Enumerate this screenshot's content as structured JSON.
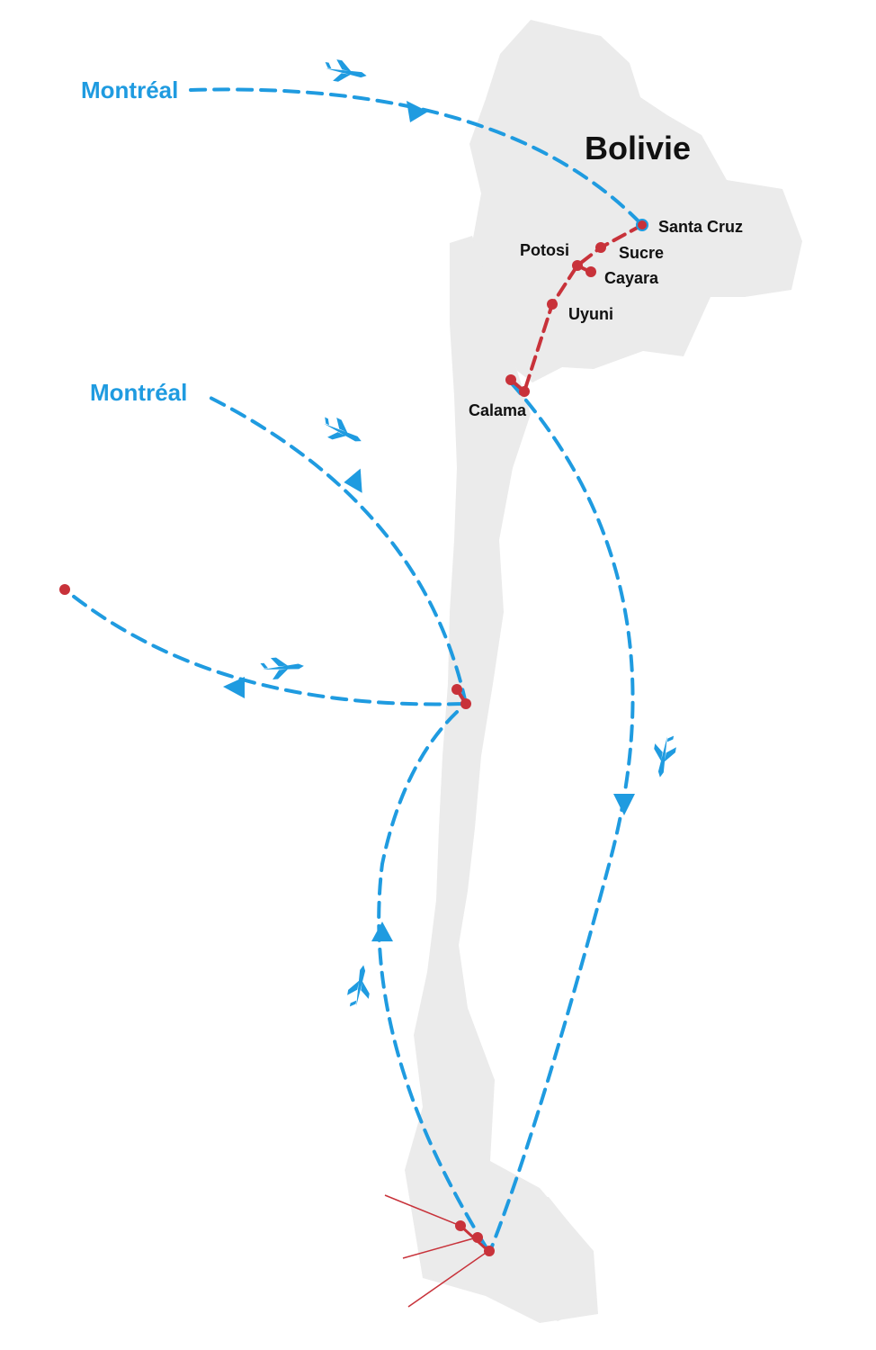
{
  "colors": {
    "land": "#ebebeb",
    "flight": "#1f9be0",
    "ground": "#c8323a",
    "text": "#111111"
  },
  "labels": {
    "origin_top": "Montréal",
    "origin_mid": "Montréal",
    "country": "Bolivie"
  },
  "cities": {
    "santa_cruz": "Santa Cruz",
    "sucre": "Sucre",
    "potosi": "Potosi",
    "cayara": "Cayara",
    "uyuni": "Uyuni",
    "calama": "Calama"
  },
  "icons": {
    "plane": "plane-icon",
    "arrow": "direction-arrow-icon"
  }
}
